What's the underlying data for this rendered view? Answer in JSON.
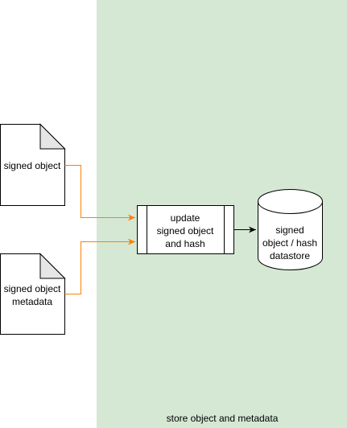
{
  "region": {
    "label": "store object and metadata",
    "fill": "#d5e8d4"
  },
  "nodes": {
    "signed_object": {
      "line1": "signed object"
    },
    "metadata": {
      "line1": "signed object",
      "line2": "metadata"
    },
    "process": {
      "line1": "update",
      "line2": "signed object",
      "line3": "and hash"
    },
    "datastore": {
      "line1": "signed",
      "line2": "object / hash",
      "line3": "datastore"
    }
  },
  "edges": {
    "input_color": "#ff8000",
    "output_color": "#000000"
  }
}
